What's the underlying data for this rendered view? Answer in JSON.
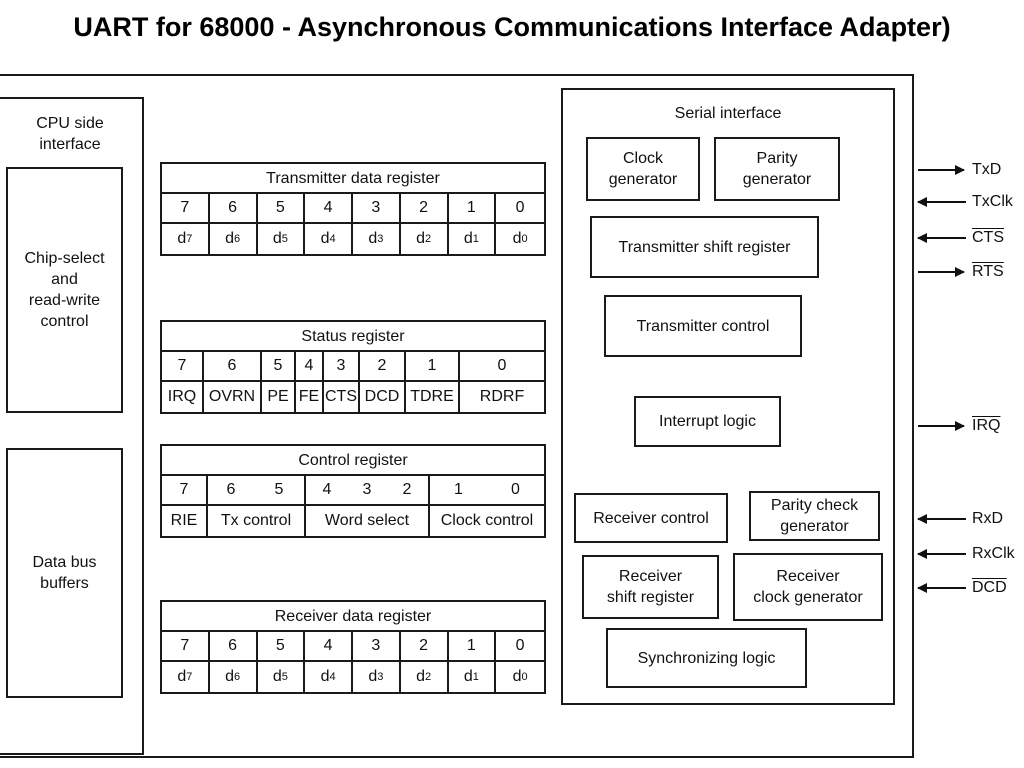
{
  "title": "UART for 68000 - Asynchronous Communications Interface Adapter)",
  "cpu_side": {
    "label_line1": "CPU side",
    "label_line2": "interface",
    "chip_select": [
      "Chip-select",
      "and",
      "read-write",
      "control"
    ],
    "data_bus": [
      "Data bus",
      "buffers"
    ]
  },
  "registers": {
    "transmitter": {
      "title": "Transmitter data register",
      "bits": [
        "7",
        "6",
        "5",
        "4",
        "3",
        "2",
        "1",
        "0"
      ],
      "cells": [
        {
          "main": "d",
          "sub": "7"
        },
        {
          "main": "d",
          "sub": "6"
        },
        {
          "main": "d",
          "sub": "5"
        },
        {
          "main": "d",
          "sub": "4"
        },
        {
          "main": "d",
          "sub": "3"
        },
        {
          "main": "d",
          "sub": "2"
        },
        {
          "main": "d",
          "sub": "1"
        },
        {
          "main": "d",
          "sub": "0"
        }
      ]
    },
    "status": {
      "title": "Status register",
      "bits": [
        "7",
        "6",
        "5",
        "4",
        "3",
        "2",
        "1",
        "0"
      ],
      "cells": [
        "IRQ",
        "OVRN",
        "PE",
        "FE",
        "CTS",
        "DCD",
        "TDRE",
        "RDRF"
      ]
    },
    "control": {
      "title": "Control register",
      "bits": [
        "7",
        "6",
        "5",
        "4",
        "3",
        "2",
        "1",
        "0"
      ],
      "cells": [
        "RIE",
        "Tx control",
        "Word select",
        "Clock control"
      ]
    },
    "receiver": {
      "title": "Receiver data register",
      "bits": [
        "7",
        "6",
        "5",
        "4",
        "3",
        "2",
        "1",
        "0"
      ],
      "cells": [
        {
          "main": "d",
          "sub": "7"
        },
        {
          "main": "d",
          "sub": "6"
        },
        {
          "main": "d",
          "sub": "5"
        },
        {
          "main": "d",
          "sub": "4"
        },
        {
          "main": "d",
          "sub": "3"
        },
        {
          "main": "d",
          "sub": "2"
        },
        {
          "main": "d",
          "sub": "1"
        },
        {
          "main": "d",
          "sub": "0"
        }
      ]
    }
  },
  "serial": {
    "label": "Serial interface",
    "clock_generator": [
      "Clock",
      "generator"
    ],
    "parity_generator": [
      "Parity",
      "generator"
    ],
    "tx_shift": "Transmitter shift register",
    "tx_control": "Transmitter control",
    "interrupt": "Interrupt logic",
    "rx_control": "Receiver control",
    "parity_check": [
      "Parity check",
      "generator"
    ],
    "rx_shift": [
      "Receiver",
      "shift register"
    ],
    "rx_clock": [
      "Receiver",
      "clock generator"
    ],
    "sync": "Synchronizing logic"
  },
  "signals": [
    {
      "label": "TxD",
      "direction": "out",
      "overline": false
    },
    {
      "label": "TxClk",
      "direction": "in",
      "overline": false
    },
    {
      "label": "CTS",
      "direction": "in",
      "overline": true
    },
    {
      "label": "RTS",
      "direction": "out",
      "overline": true
    },
    {
      "label": "IRQ",
      "direction": "out",
      "overline": true
    },
    {
      "label": "RxD",
      "direction": "in",
      "overline": false
    },
    {
      "label": "RxClk",
      "direction": "in",
      "overline": false
    },
    {
      "label": "DCD",
      "direction": "in",
      "overline": true
    }
  ]
}
